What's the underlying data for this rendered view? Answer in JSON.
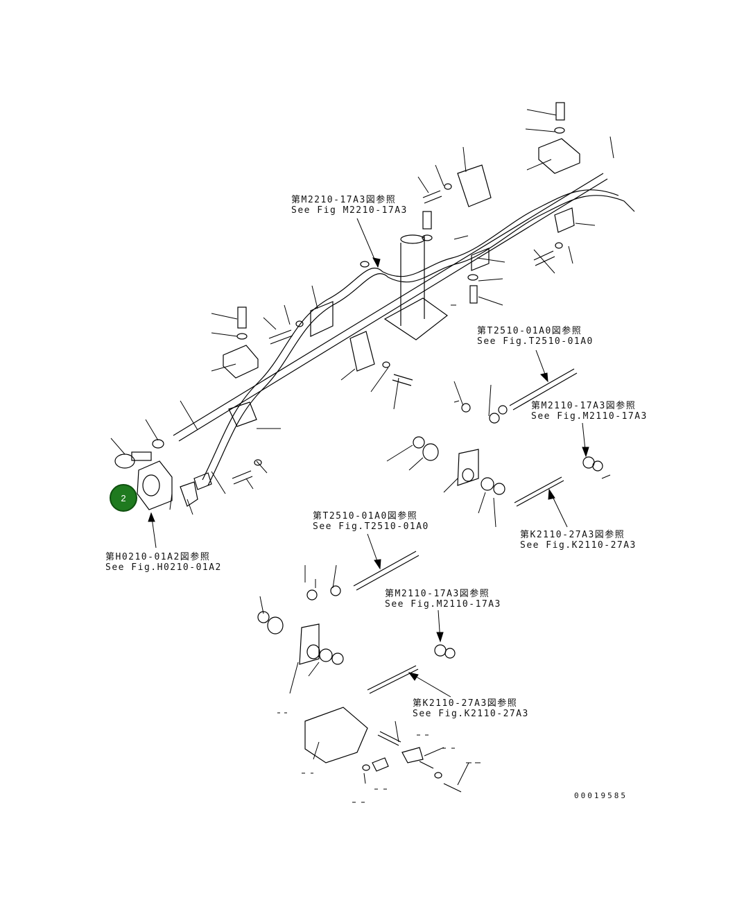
{
  "references": {
    "m2210": {
      "jp": "第M2210-17A3図参照",
      "en": "See Fig M2210-17A3"
    },
    "t2510_a": {
      "jp": "第T2510-01A0図参照",
      "en": "See Fig.T2510-01A0"
    },
    "m2110_a": {
      "jp": "第M2110-17A3図参照",
      "en": "See Fig.M2110-17A3"
    },
    "k2110_a": {
      "jp": "第K2110-27A3図参照",
      "en": "See Fig.K2110-27A3"
    },
    "h0210": {
      "jp": "第H0210-01A2図参照",
      "en": "See Fig.H0210-01A2"
    },
    "t2510_b": {
      "jp": "第T2510-01A0図参照",
      "en": "See Fig.T2510-01A0"
    },
    "m2110_b": {
      "jp": "第M2110-17A3図参照",
      "en": "See Fig.M2110-17A3"
    },
    "k2110_b": {
      "jp": "第K2110-27A3図参照",
      "en": "See Fig.K2110-27A3"
    }
  },
  "callout": {
    "label": "2",
    "color": "#1f7a1f"
  },
  "drawing_number": "00019585"
}
